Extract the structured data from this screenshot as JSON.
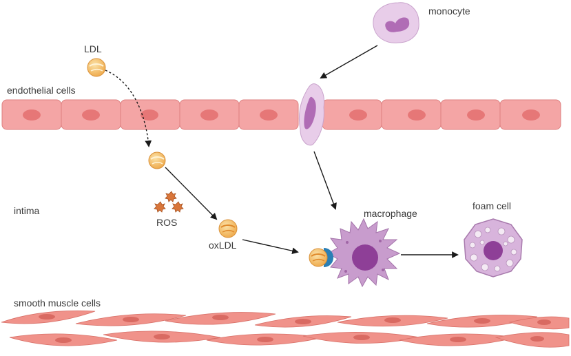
{
  "labels": {
    "ldl": "LDL",
    "endothelial": "endothelial cells",
    "monocyte": "monocyte",
    "intima": "intima",
    "ros": "ROS",
    "oxldl": "oxLDL",
    "macrophage": "macrophage",
    "foam_cell": "foam cell",
    "smooth_muscle": "smooth muscle cells"
  },
  "colors": {
    "endothelial_cell": "#f4a5a5",
    "endothelial_nucleus": "#e67777",
    "monocyte": "#e8cde9",
    "monocyte_nucleus": "#b06cb5",
    "macrophage": "#c89ccd",
    "macrophage_nucleus": "#8e3f97",
    "foam_cell": "#d8b4dc",
    "smooth_muscle": "#f0928a",
    "ldl": "#f2b35a",
    "ros": "#d9763a",
    "receptor": "#2a7fb5",
    "arrow": "#1a1a1a"
  }
}
